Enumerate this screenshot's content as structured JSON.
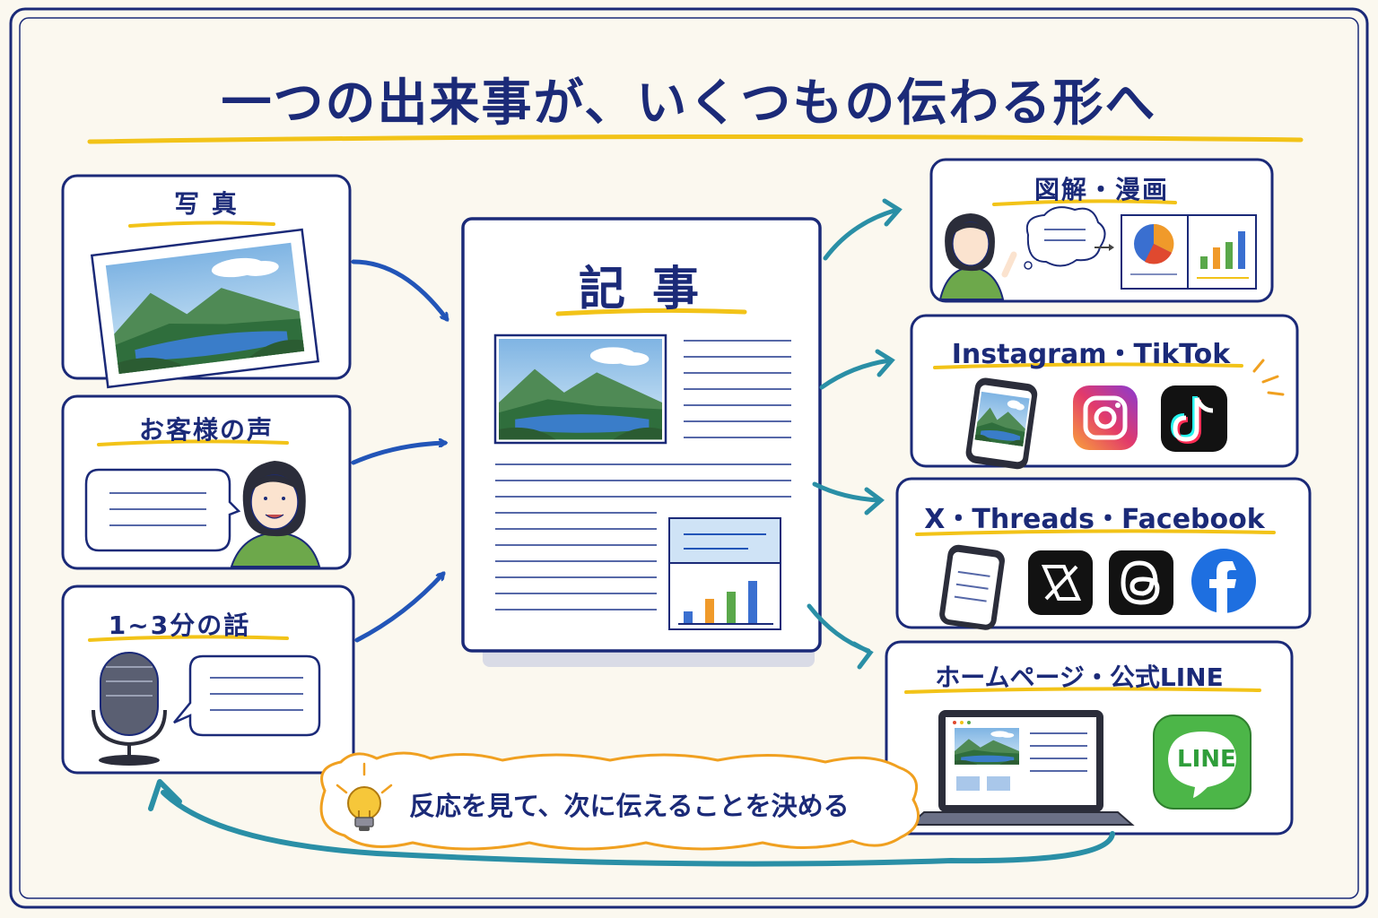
{
  "title": "一つの出来事が、いくつもの伝わる形へ",
  "sources": [
    {
      "label": "写 真",
      "icon": "landscape-photo-icon"
    },
    {
      "label": "お客様の声",
      "icon": "customer-speech-icon"
    },
    {
      "label": "1~3分の話",
      "icon": "microphone-icon"
    }
  ],
  "article": {
    "label": "記 事",
    "icon": "article-document-icon"
  },
  "outputs": [
    {
      "label": "図解・漫画",
      "icons": [
        "presenter-icon",
        "thought-bubble-icon",
        "pie-chart-icon",
        "bar-chart-icon"
      ]
    },
    {
      "label": "Instagram・TikTok",
      "icons": [
        "smartphone-icon",
        "instagram-icon",
        "tiktok-icon"
      ]
    },
    {
      "label": "X・Threads・Facebook",
      "icons": [
        "smartphone-icon",
        "x-icon",
        "threads-icon",
        "facebook-icon"
      ]
    },
    {
      "label": "ホームページ・公式LINE",
      "icons": [
        "laptop-icon",
        "line-icon"
      ],
      "line_logo_text": "LINE"
    }
  ],
  "feedback": {
    "label": "反応を見て、次に伝えることを決める",
    "icon": "lightbulb-icon"
  },
  "colors": {
    "navy": "#1b2a78",
    "yellow": "#f2c318",
    "blue_arrow": "#2255b8",
    "teal_arrow": "#2a8fa6",
    "background": "#fbf8ef"
  }
}
